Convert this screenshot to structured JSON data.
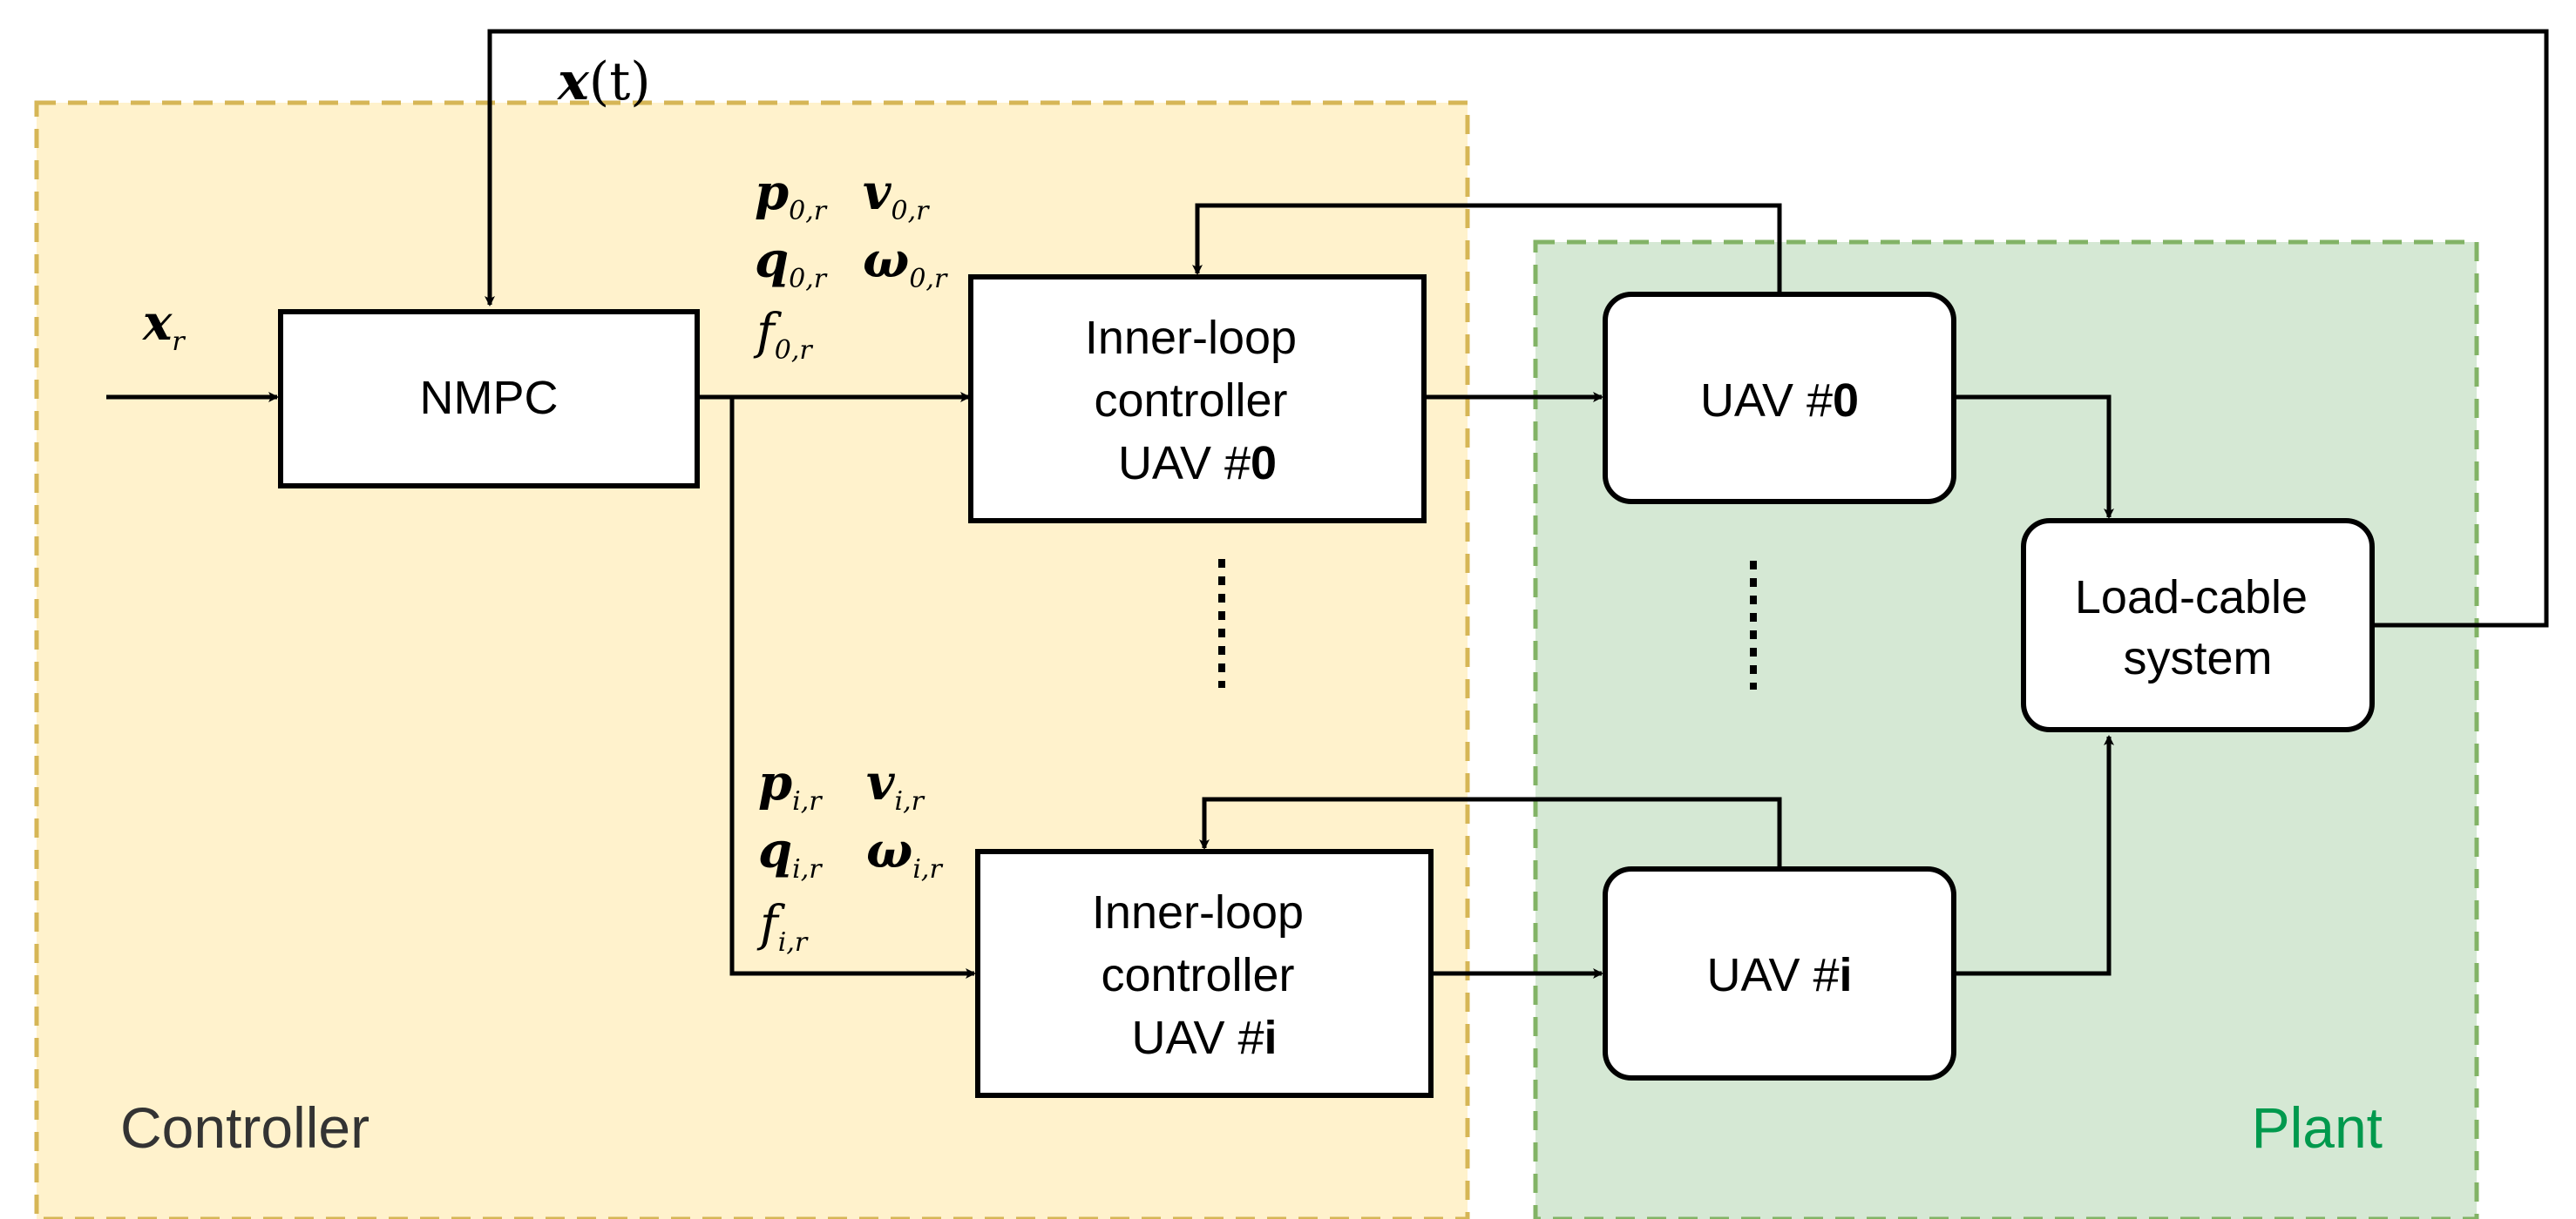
{
  "regions": {
    "controller": {
      "label": "Controller",
      "fill": "#fff2cc",
      "stroke": "#d6b656"
    },
    "plant": {
      "label": "Plant",
      "fill": "#d5e8d4",
      "stroke": "#82b366",
      "label_color": "#00994d"
    }
  },
  "blocks": {
    "nmpc": "NMPC",
    "inner_loop_0": {
      "line1": "Inner-loop",
      "line2": "controller",
      "line3_prefix": "UAV #",
      "line3_index": "0"
    },
    "inner_loop_i": {
      "line1": "Inner-loop",
      "line2": "controller",
      "line3_prefix": "UAV #",
      "line3_index": "i"
    },
    "uav_0": {
      "prefix": "UAV #",
      "index": "0"
    },
    "uav_i": {
      "prefix": "UAV #",
      "index": "i"
    },
    "load_cable": {
      "line1": "Load-cable",
      "line2": "system"
    }
  },
  "signals": {
    "reference": {
      "sym": "x",
      "sub": "r"
    },
    "state": {
      "sym": "x",
      "arg": "(t)"
    },
    "uav0_refs": [
      [
        {
          "sym": "p",
          "sub": "0,r"
        },
        {
          "sym": "v",
          "sub": "0,r"
        }
      ],
      [
        {
          "sym": "q",
          "sub": "0,r"
        },
        {
          "sym": "ω",
          "sub": "0,r"
        }
      ],
      [
        {
          "sym": "f",
          "sub": "0,r",
          "plain": true
        }
      ]
    ],
    "uavi_refs": [
      [
        {
          "sym": "p",
          "sub": "i,r"
        },
        {
          "sym": "v",
          "sub": "i,r"
        }
      ],
      [
        {
          "sym": "q",
          "sub": "i,r"
        },
        {
          "sym": "ω",
          "sub": "i,r"
        }
      ],
      [
        {
          "sym": "f",
          "sub": "i,r",
          "plain": true
        }
      ]
    ]
  }
}
